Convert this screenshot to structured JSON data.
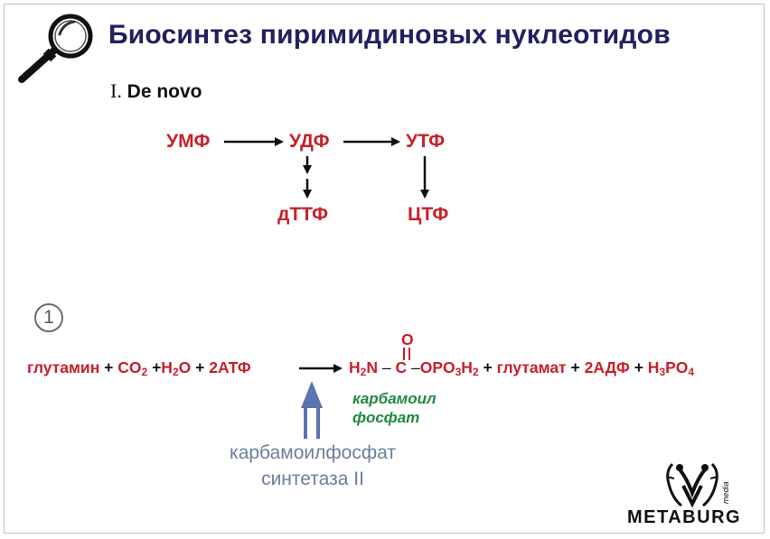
{
  "title": "Биосинтез пиримидиновых нуклеотидов",
  "section": {
    "roman": "I.",
    "label": "De novo"
  },
  "scheme": {
    "ump": "УМФ",
    "udp": "УДФ",
    "utp": "УТФ",
    "dttp": "дТТФ",
    "ctp": "ЦТФ"
  },
  "step_number": "1",
  "reaction": {
    "reactant1": "глутамин",
    "plus1": "+",
    "co2_base": "CO",
    "co2_sub": "2",
    "plus2": "+",
    "h2o_h": "H",
    "h2o_sub": "2",
    "h2o_o": "O",
    "plus3": "+",
    "atp": "2АТФ",
    "product_h2n_h": "H",
    "product_h2n_sub": "2",
    "product_h2n_n": "N",
    "product_c": "C",
    "product_o": "O",
    "product_opo3": "OPO",
    "product_opo3_sub": "3",
    "product_h2": "H",
    "product_h2_sub": "2",
    "plus4": "+",
    "glutamate": "глутамат",
    "plus5": "+",
    "adp": "2АДФ",
    "plus6": "+",
    "h3po4_h": "H",
    "h3po4_sub3": "3",
    "h3po4_po": "PO",
    "h3po4_sub4": "4"
  },
  "product_name": {
    "line1": "карбамоил",
    "line2": "фосфат"
  },
  "enzyme": {
    "line1": "карбамоилфосфат",
    "line2": "синтетаза II"
  },
  "logo": {
    "name": "METABURG",
    "media": "media"
  },
  "colors": {
    "title": "#22205e",
    "nucleotide": "#c8202a",
    "product_name": "#1f8a3e",
    "enzyme": "#6b7e9e",
    "enzyme_arrow": "#5b73b0"
  },
  "icons": [
    "magnifier-icon",
    "metaburg-logo-icon"
  ]
}
